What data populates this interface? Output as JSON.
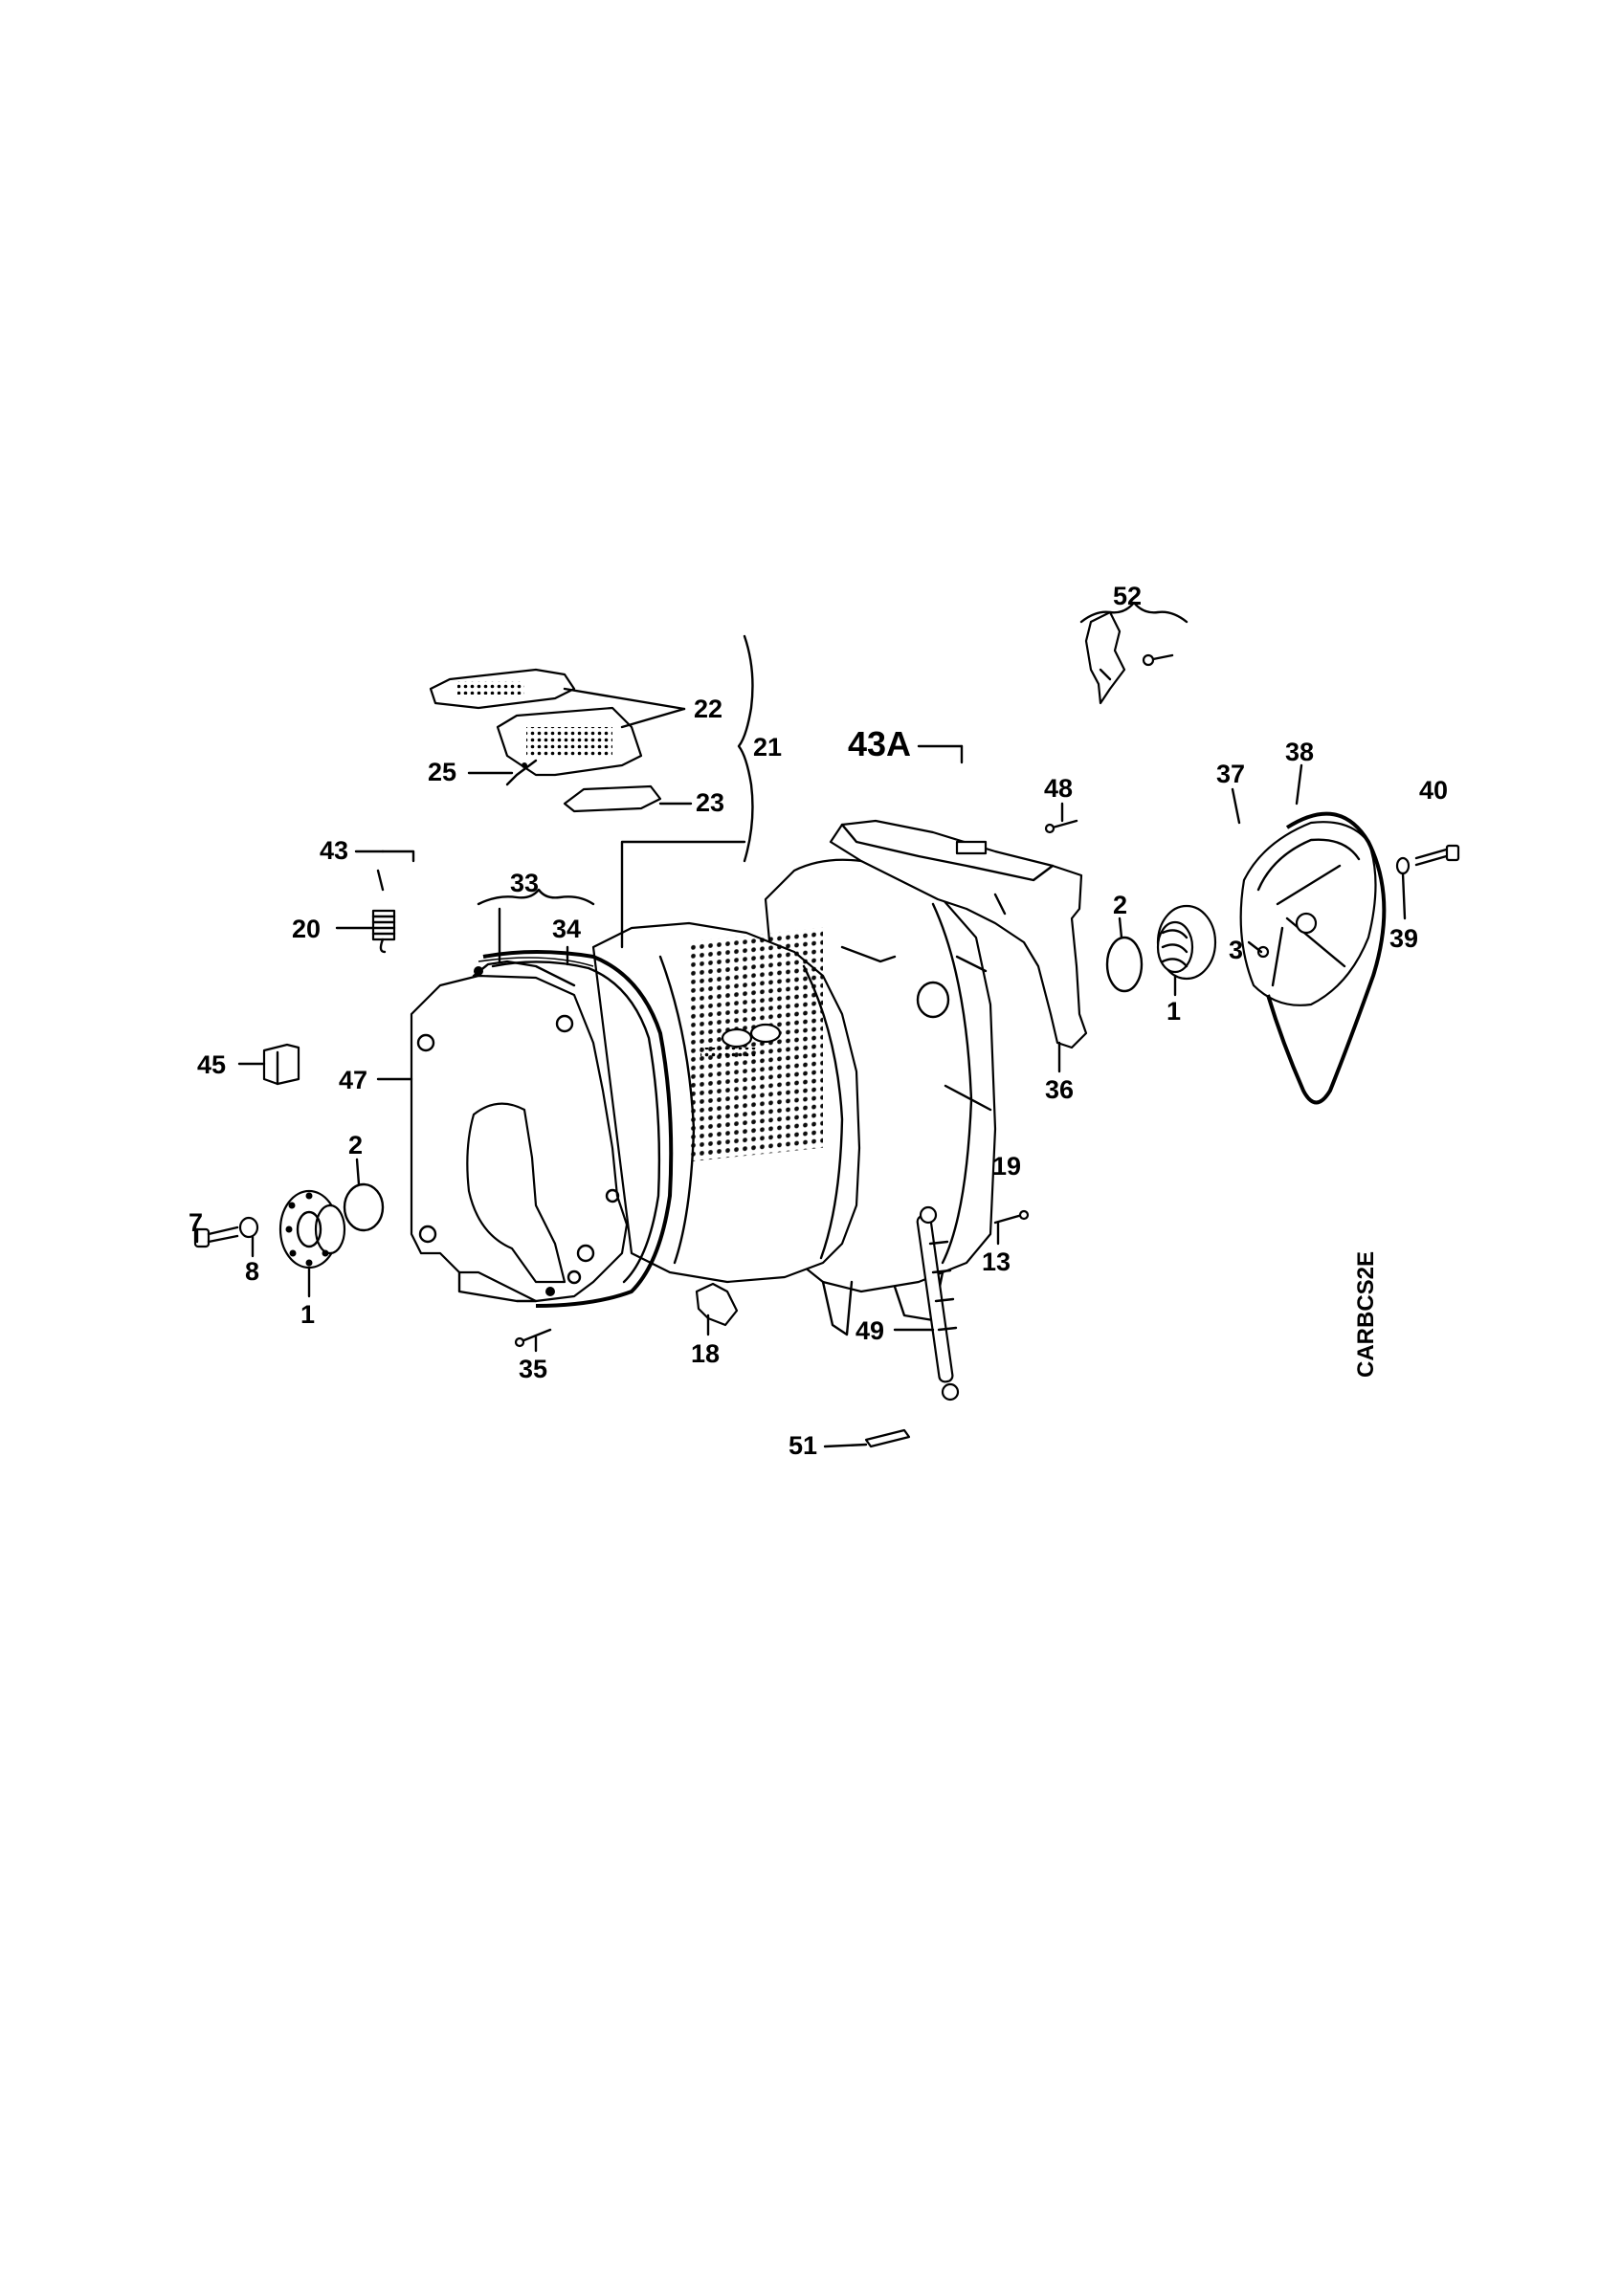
{
  "labels": {
    "l1a": "1",
    "l1b": "1",
    "l2a": "2",
    "l2b": "2",
    "l3": "3",
    "l7": "7",
    "l8": "8",
    "l13": "13",
    "l18": "18",
    "l19": "19",
    "l20": "20",
    "l21": "21",
    "l22": "22",
    "l23": "23",
    "l25": "25",
    "l33": "33",
    "l34": "34",
    "l35": "35",
    "l36": "36",
    "l37": "37",
    "l38": "38",
    "l39": "39",
    "l40": "40",
    "l43": "43",
    "l43A": "43A",
    "l45": "45",
    "l47": "47",
    "l48": "48",
    "l49": "49",
    "l51": "51",
    "l52": "52"
  },
  "diagram_code": "CARBCS2E"
}
